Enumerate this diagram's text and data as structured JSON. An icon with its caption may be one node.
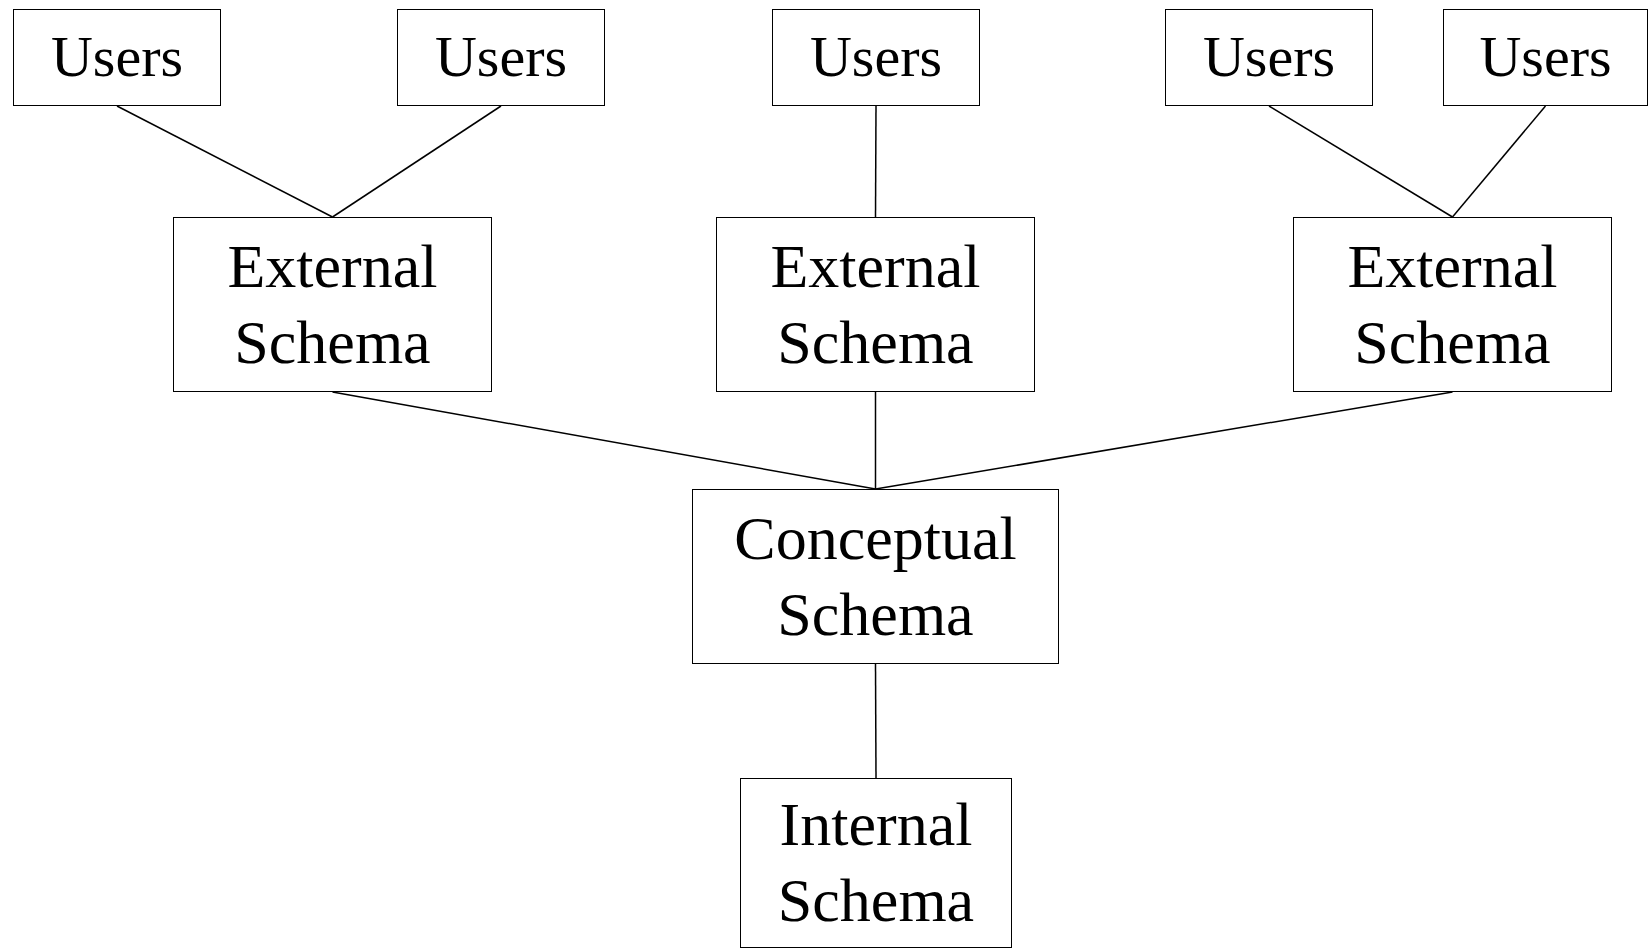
{
  "diagram": {
    "nodes": [
      {
        "text": [
          "Users"
        ]
      },
      {
        "text": [
          "Users"
        ]
      },
      {
        "text": [
          "Users"
        ]
      },
      {
        "text": [
          "Users"
        ]
      },
      {
        "text": [
          "Users"
        ]
      },
      {
        "text": [
          "External Schema"
        ]
      },
      {
        "text": [
          "External Schema"
        ]
      },
      {
        "text": [
          "External Schema"
        ]
      },
      {
        "text": [
          "Conceptual Schema"
        ]
      },
      {
        "text": [
          "Internal Schema"
        ]
      }
    ],
    "edges": [
      {
        "from": 0,
        "to": 5,
        "arrow": "none"
      },
      {
        "from": 1,
        "to": 5,
        "arrow": "none"
      },
      {
        "from": 2,
        "to": 6,
        "arrow": "none"
      },
      {
        "from": 3,
        "to": 7,
        "arrow": "none"
      },
      {
        "from": 4,
        "to": 7,
        "arrow": "none"
      },
      {
        "from": 5,
        "to": 8,
        "arrow": "none"
      },
      {
        "from": 6,
        "to": 8,
        "arrow": "none"
      },
      {
        "from": 7,
        "to": 8,
        "arrow": "none"
      },
      {
        "from": 8,
        "to": 9,
        "arrow": "none"
      }
    ]
  }
}
